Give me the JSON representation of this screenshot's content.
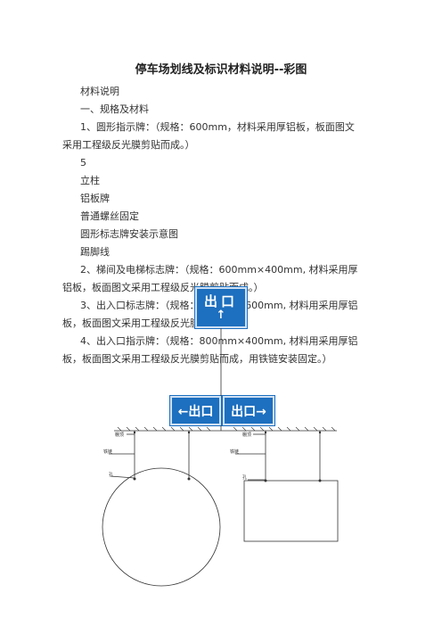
{
  "title": "停车场划线及标识材料说明--彩图",
  "lines": [
    "材料说明",
    "一、规格及材料",
    "1、圆形指示牌：（规格：600mm，材料采用厚铝板，板面图文",
    "采用工程级反光膜剪贴而成。）",
    "5",
    "立柱",
    "铝板牌",
    "普通螺丝固定",
    "圆形标志牌安装示意图",
    "踢脚线",
    "2、梯间及电梯标志牌：（规格：600mm×400mm, 材料采用厚",
    "铝板，板面图文采用工程级反光膜剪贴而成。）",
    "3、出入口标志牌：（规格：800mm×600mm, 材料用采用厚铝",
    "板，板面图文采用工程级反光膜剪贴而成。）",
    "4、出入口指示牌：（规格：800mm×400mm, 材料用采用厚铝",
    "板，板面图文采用工程级反光膜剪贴而成，用铁链安装固定。）"
  ],
  "signs": {
    "top": "出口",
    "top_arrow": "↑",
    "left": "←出口",
    "right": "出口→"
  },
  "diagram": {
    "left_labels": [
      "棚顶",
      "铁链",
      "孔"
    ],
    "right_labels": [
      "棚顶",
      "铁链",
      "孔"
    ]
  },
  "colors": {
    "sign_blue": "#1d6fbf"
  }
}
